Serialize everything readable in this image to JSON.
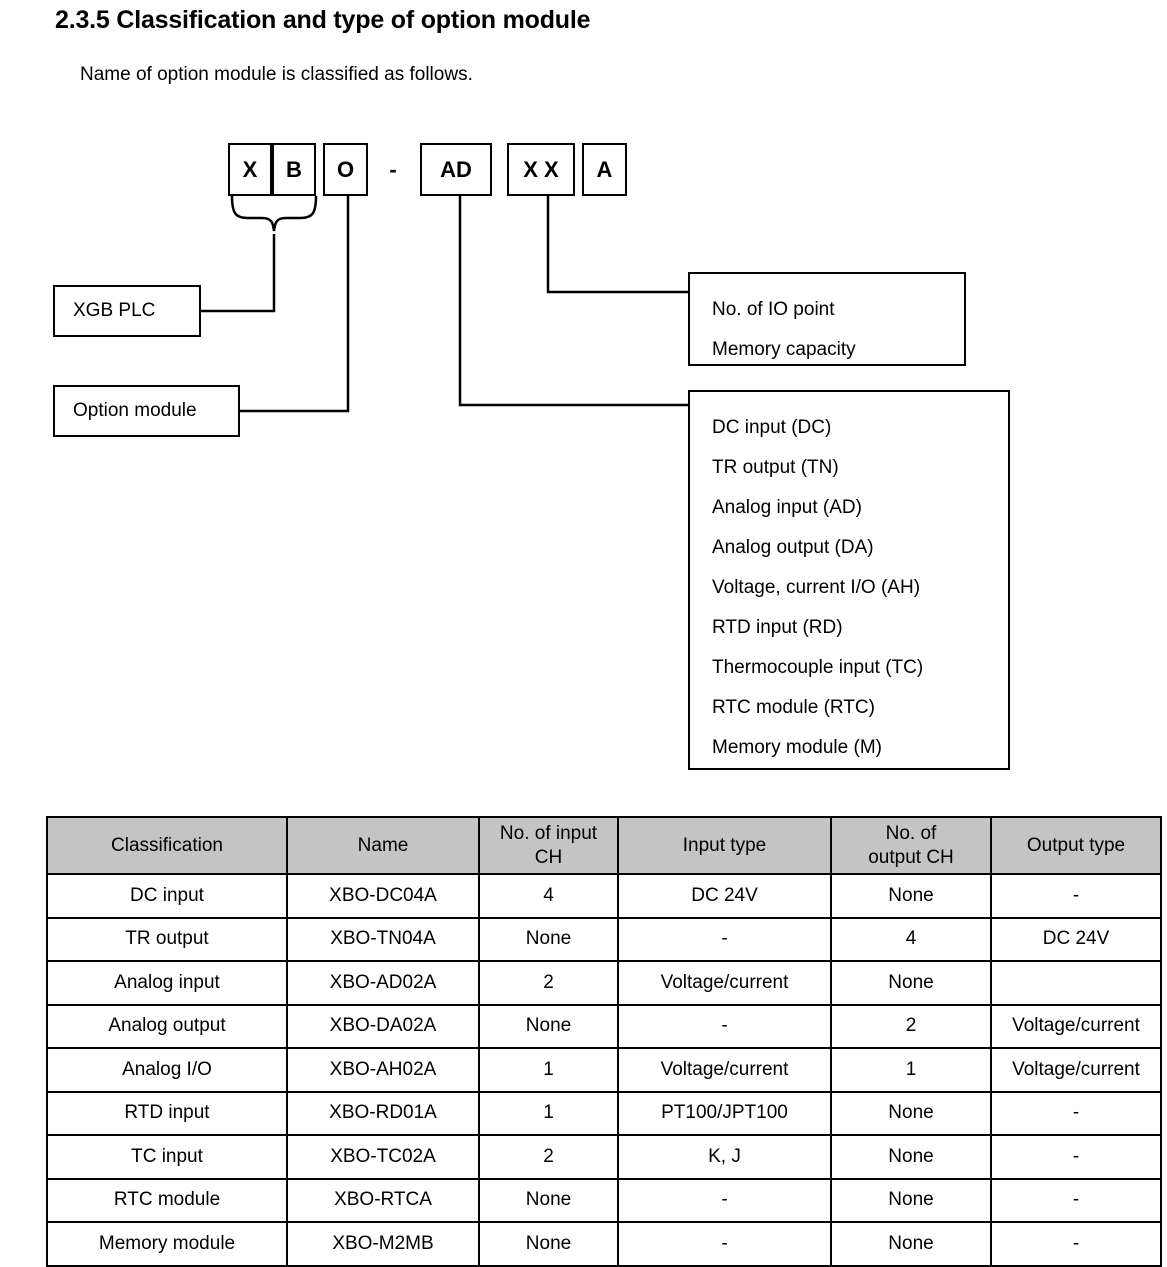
{
  "heading": "2.3.5 Classification and type of option module",
  "intro": "Name of option module is classified as follows.",
  "naming_diagram": {
    "code_boxes": [
      {
        "label": "X"
      },
      {
        "label": "B"
      },
      {
        "label": "O"
      },
      {
        "label": "AD"
      },
      {
        "label": "X X"
      },
      {
        "label": "A"
      }
    ],
    "separator": "-",
    "label_boxes": [
      {
        "label": "XGB PLC"
      },
      {
        "label": "Option module"
      }
    ],
    "desc_io": {
      "lines": [
        "No. of IO point",
        "Memory capacity"
      ]
    },
    "desc_types": {
      "lines": [
        "DC input (DC)",
        "TR output (TN)",
        "Analog input (AD)",
        "Analog output (DA)",
        "Voltage, current I/O (AH)",
        "RTD input (RD)",
        "Thermocouple input (TC)",
        "RTC module (RTC)",
        "Memory module (M)"
      ]
    }
  },
  "spec_table": {
    "headers": [
      "Classification",
      "Name",
      "No. of input\nCH",
      "Input type",
      "No. of\noutput CH",
      "Output type"
    ],
    "header_lines": [
      [
        "Classification"
      ],
      [
        "Name"
      ],
      [
        "No. of input",
        "CH"
      ],
      [
        "Input type"
      ],
      [
        "No. of",
        "output CH"
      ],
      [
        "Output type"
      ]
    ],
    "rows": [
      {
        "classification": "DC input",
        "name": "XBO-DC04A",
        "input_ch": "4",
        "input_type": "DC 24V",
        "output_ch": "None",
        "output_type": "-"
      },
      {
        "classification": "TR output",
        "name": "XBO-TN04A",
        "input_ch": "None",
        "input_type": "-",
        "output_ch": "4",
        "output_type": "DC 24V"
      },
      {
        "classification": "Analog input",
        "name": "XBO-AD02A",
        "input_ch": "2",
        "input_type": "Voltage/current",
        "output_ch": "None",
        "output_type": ""
      },
      {
        "classification": "Analog output",
        "name": "XBO-DA02A",
        "input_ch": "None",
        "input_type": "-",
        "output_ch": "2",
        "output_type": "Voltage/current"
      },
      {
        "classification": "Analog I/O",
        "name": "XBO-AH02A",
        "input_ch": "1",
        "input_type": "Voltage/current",
        "output_ch": "1",
        "output_type": "Voltage/current"
      },
      {
        "classification": "RTD input",
        "name": "XBO-RD01A",
        "input_ch": "1",
        "input_type": "PT100/JPT100",
        "output_ch": "None",
        "output_type": "-"
      },
      {
        "classification": "TC input",
        "name": "XBO-TC02A",
        "input_ch": "2",
        "input_type": "K, J",
        "output_ch": "None",
        "output_type": "-"
      },
      {
        "classification": "RTC module",
        "name": "XBO-RTCA",
        "input_ch": "None",
        "input_type": "-",
        "output_ch": "None",
        "output_type": "-"
      },
      {
        "classification": "Memory module",
        "name": "XBO-M2MB",
        "input_ch": "None",
        "input_type": "-",
        "output_ch": "None",
        "output_type": "-"
      }
    ]
  },
  "colors": {
    "header_background": "#c4c4c4",
    "line": "#000000",
    "page_background": "#ffffff"
  }
}
